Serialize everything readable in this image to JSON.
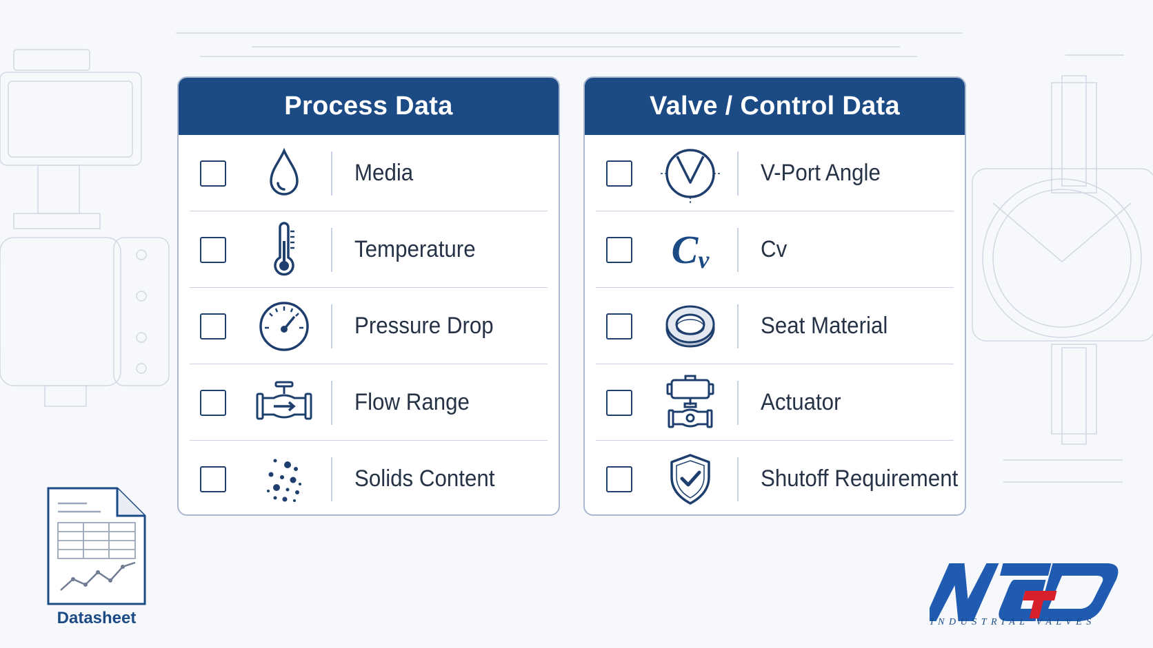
{
  "panels": {
    "process": {
      "title": "Process Data",
      "items": [
        {
          "label": "Media",
          "icon": "water-drop-icon",
          "checked": false
        },
        {
          "label": "Temperature",
          "icon": "thermometer-icon",
          "checked": false
        },
        {
          "label": "Pressure Drop",
          "icon": "pressure-gauge-icon",
          "checked": false
        },
        {
          "label": "Flow Range",
          "icon": "pipe-flow-icon",
          "checked": false
        },
        {
          "label": "Solids Content",
          "icon": "particles-icon",
          "checked": false
        }
      ]
    },
    "valve": {
      "title": "Valve / Control Data",
      "items": [
        {
          "label": "V-Port Angle",
          "icon": "v-port-icon",
          "checked": false
        },
        {
          "label": "Cv",
          "icon": "cv-symbol-icon",
          "icon_text": "C",
          "icon_sub": "v",
          "checked": false
        },
        {
          "label": "Seat Material",
          "icon": "seat-ring-icon",
          "checked": false
        },
        {
          "label": "Actuator",
          "icon": "actuator-valve-icon",
          "checked": false
        },
        {
          "label": "Shutoff Requirement",
          "icon": "shield-check-icon",
          "checked": false
        }
      ]
    }
  },
  "datasheet": {
    "label": "Datasheet",
    "icon": "datasheet-document-icon"
  },
  "logo": {
    "brand": "NTGD",
    "tagline": "INDUSTRIAL VALVES"
  },
  "colors": {
    "header": "#1b4a85",
    "icon": "#1e3f6e",
    "logo_blue": "#1f5bb0",
    "logo_red": "#d8202a"
  }
}
